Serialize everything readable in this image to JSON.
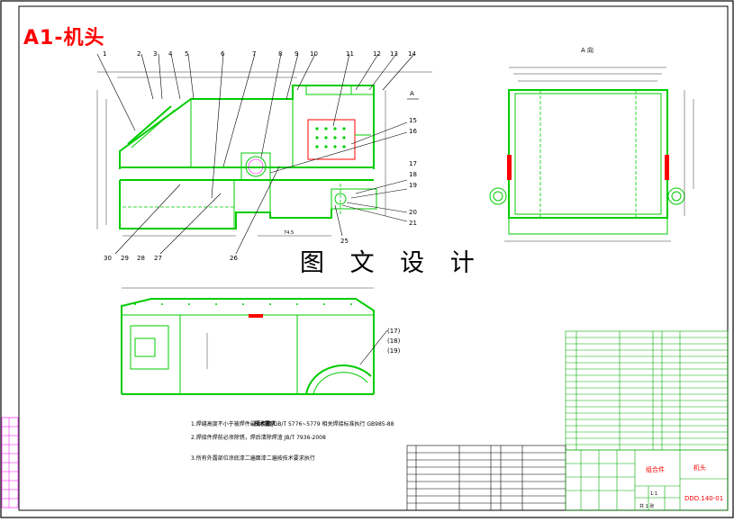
{
  "title": "A1-机头",
  "watermark": "图 文 设 计",
  "view_label": "A 向",
  "section_mark": "A",
  "part_callouts_top": [
    "1",
    "2",
    "3",
    "4",
    "5",
    "6",
    "7",
    "8",
    "9",
    "10",
    "11",
    "12",
    "13",
    "14"
  ],
  "part_callouts_right": [
    "15",
    "16",
    "17",
    "18",
    "19",
    "20",
    "21"
  ],
  "part_callouts_bottom": [
    "30",
    "29",
    "28",
    "27",
    "26",
    "25"
  ],
  "part_callouts_plan": [
    "(17)",
    "(18)",
    "(19)"
  ],
  "tech_notes_heading": "技术要求",
  "tech_notes": [
    "1.焊缝高度不小于被焊件最薄厚度 GB/T 5776~5779 相关焊接标准执行 GB985-88",
    "2.焊接件焊前必须除锈，焊后清除焊渣 JB/T 7936-2008",
    "3.所有外露部位涂底漆二遍面漆二遍按技术要求执行"
  ],
  "title_block": {
    "name": "机头",
    "drawing_no": "DDD.140-01",
    "material": "组合件",
    "scale_label": "1:1",
    "sheet_label": "共 1 张"
  }
}
